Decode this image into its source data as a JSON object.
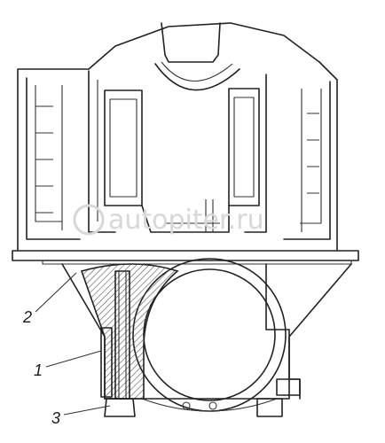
{
  "callouts": [
    {
      "id": "2",
      "label": "2"
    },
    {
      "id": "1",
      "label": "1"
    },
    {
      "id": "3",
      "label": "3"
    }
  ],
  "watermark": {
    "text": "autopiter.ru"
  },
  "colors": {
    "line": "#222222",
    "hatch": "#555555",
    "watermark": "#d8d8d8"
  }
}
